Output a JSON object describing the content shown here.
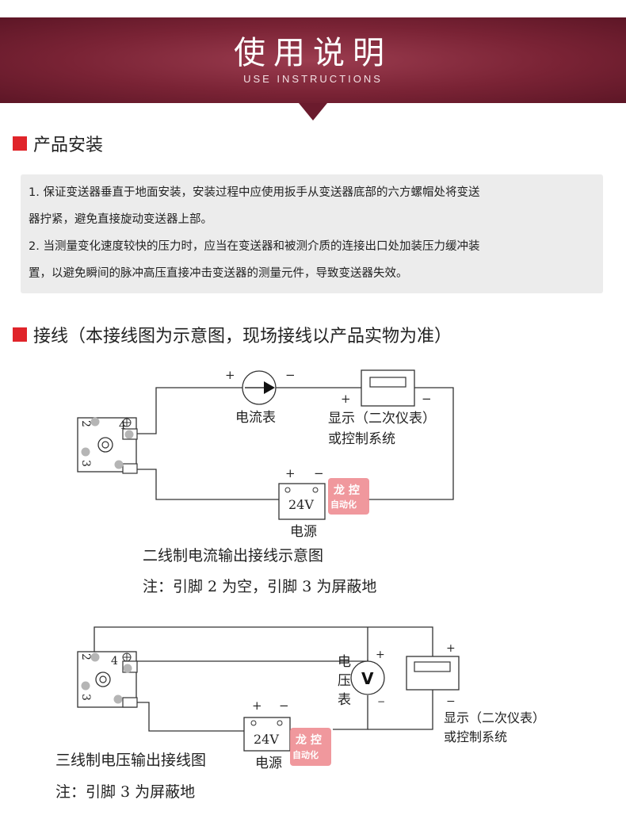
{
  "header": {
    "title": "使用说明",
    "subtitle": "USE INSTRUCTIONS"
  },
  "install": {
    "heading": "产品安装",
    "lines": [
      "1. 保证变送器垂直于地面安装，安装过程中应使用扳手从变送器底部的六方螺帽处将变送",
      "器拧紧，避免直接旋动变送器上部。",
      "2. 当测量变化速度较快的压力时，应当在变送器和被测介质的连接出口处加装压力缓冲装",
      "置，以避免瞬间的脉冲高压直接冲击变送器的测量元件，导致变送器失效。"
    ]
  },
  "wiring": {
    "heading": "接线（本接线图为示意图，现场接线以产品实物为准）",
    "diagram1": {
      "ammeter_label": "电流表",
      "display_label_1": "显示（二次仪表）",
      "display_label_2": "或控制系统",
      "power_label": "电源",
      "voltage": "24V",
      "plus": "+",
      "minus": "−",
      "pin2": "2",
      "pin3": "3",
      "pin4": "4",
      "caption": "二线制电流输出接线示意图",
      "note": "注：引脚 2 为空，引脚 3 为屏蔽地"
    },
    "diagram2": {
      "voltmeter_symbol": "V",
      "voltmeter_label": [
        "电",
        "压",
        "表"
      ],
      "display_label_1": "显示（二次仪表）",
      "display_label_2": "或控制系统",
      "power_label": "电源",
      "voltage": "24V",
      "plus": "+",
      "minus": "−",
      "pin2": "2",
      "pin3": "3",
      "pin4": "4",
      "caption": "三线制电压输出接线图",
      "note": "注：引脚 3 为屏蔽地"
    },
    "stamp": {
      "line1": "龙 控",
      "line2": "自动化",
      "color": "#e0242a"
    }
  },
  "colors": {
    "banner": "#7a2335",
    "accent": "#e0242a",
    "panel": "#ececec"
  }
}
